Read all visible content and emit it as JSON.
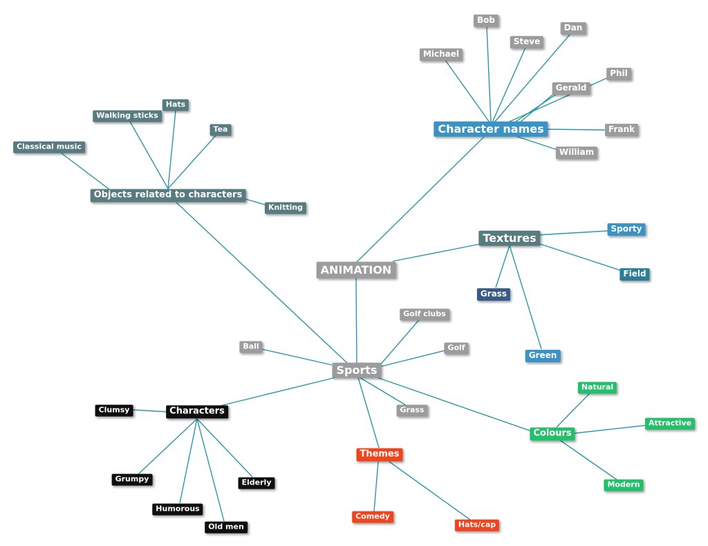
{
  "colors": {
    "edge": "#2a97a8",
    "grey": "#9c9c9c",
    "slate": "#587b80",
    "blue": "#3b93c4",
    "teal": "#2a7d94",
    "navy": "#385a89",
    "black": "#0f0f0f",
    "red": "#f0441e",
    "green": "#22c06a"
  },
  "nodes": {
    "animation": "ANIMATION",
    "character_names": "Character names",
    "bob": "Bob",
    "steve": "Steve",
    "dan": "Dan",
    "michael": "Michael",
    "phil": "Phil",
    "gerald": "Gerald",
    "frank": "Frank",
    "william": "William",
    "objects": "Objects related to characters",
    "hats": "Hats",
    "walking_sticks": "Walking sticks",
    "tea": "Tea",
    "classical_music": "Classical music",
    "knitting": "Knitting",
    "textures": "Textures",
    "sporty": "Sporty",
    "field": "Field",
    "grass_tex": "Grass",
    "green": "Green",
    "sports": "Sports",
    "golf_clubs": "Golf clubs",
    "golf": "Golf",
    "ball": "Ball",
    "grass_sport": "Grass",
    "characters": "Characters",
    "clumsy": "Clumsy",
    "grumpy": "Grumpy",
    "humorous": "Humorous",
    "old_men": "Old men",
    "elderly": "Elderly",
    "themes": "Themes",
    "comedy": "Comedy",
    "hats_cap": "Hats/cap",
    "colours": "Colours",
    "natural": "Natural",
    "attractive": "Attractive",
    "modern": "Modern"
  }
}
